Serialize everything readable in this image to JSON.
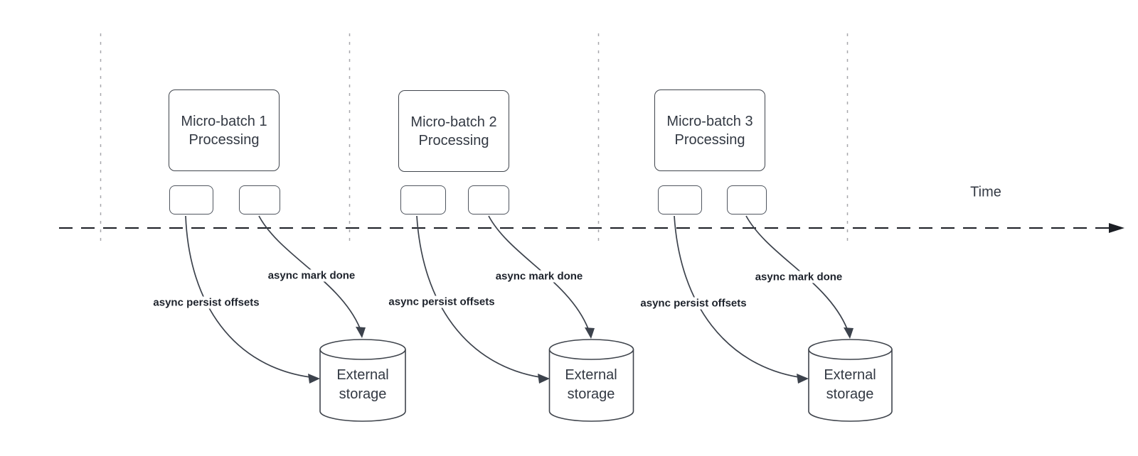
{
  "colors": {
    "background": "#ffffff",
    "box_border": "#40454d",
    "box_text": "#333943",
    "small_box_border": "#50565f",
    "divider_line": "#a8a8ad",
    "timeline": "#1b1e24",
    "arrow": "#3c424c",
    "label_text": "#1d222b",
    "cylinder_border": "#3f444c"
  },
  "timeline": {
    "label": "Time"
  },
  "groups": [
    {
      "box_line1": "Micro-batch 1",
      "box_line2": "Processing",
      "persist_label": "async persist offsets",
      "mark_done_label": "async mark done",
      "storage_line1": "External",
      "storage_line2": "storage"
    },
    {
      "box_line1": "Micro-batch 2",
      "box_line2": "Processing",
      "persist_label": "async persist offsets",
      "mark_done_label": "async mark done",
      "storage_line1": "External",
      "storage_line2": "storage"
    },
    {
      "box_line1": "Micro-batch 3",
      "box_line2": "Processing",
      "persist_label": "async persist offsets",
      "mark_done_label": "async mark done",
      "storage_line1": "External",
      "storage_line2": "storage"
    }
  ]
}
